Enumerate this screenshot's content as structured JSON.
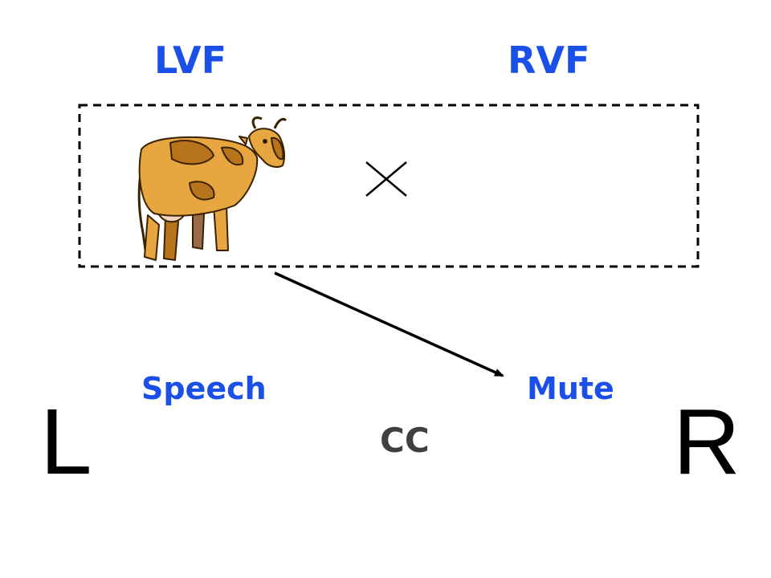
{
  "fields": {
    "left": "LVF",
    "right": "RVF"
  },
  "hemispheres": {
    "left_function": "Speech",
    "right_function": "Mute",
    "commissure": "CC",
    "left_letter": "L",
    "right_letter": "R"
  },
  "stimulus": {
    "icon": "cow-icon",
    "fixation": "fixation-cross-icon"
  },
  "colors": {
    "label": "#1a4fe8",
    "commissure": "#404040",
    "cow_body": "#e8a640",
    "cow_patch": "#b8741a",
    "line": "#000000"
  }
}
